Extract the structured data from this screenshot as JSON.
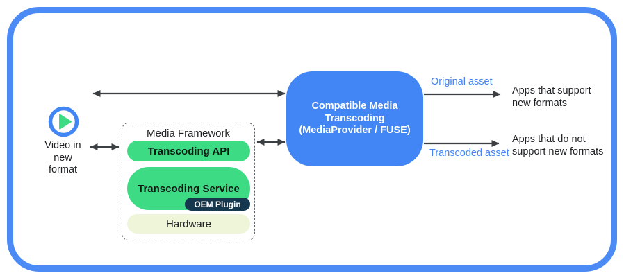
{
  "diagram": {
    "title_implicit": "Compatible media transcoding architecture",
    "source": {
      "icon": "play-icon",
      "label": "Video in\nnew\nformat"
    },
    "media_framework": {
      "title": "Media Framework",
      "layers": [
        {
          "label": "Transcoding API"
        },
        {
          "label": "Transcoding Service",
          "plugin": "OEM Plugin"
        },
        {
          "label": "Hardware"
        }
      ]
    },
    "transcoding_box": {
      "label": "Compatible Media\nTranscoding\n(MediaProvider / FUSE)"
    },
    "outputs": [
      {
        "asset_label": "Original asset",
        "target": "Apps that support\nnew formats"
      },
      {
        "asset_label": "Transcoded asset",
        "target": "Apps that do not\nsupport new formats"
      }
    ],
    "colors": {
      "border_blue": "#4c8bf5",
      "box_blue": "#4285f4",
      "asset_label_blue": "#4285f4",
      "pill_green": "#3ddc84",
      "oem_navy": "#16384e",
      "hardware_pale": "#eff5d8",
      "arrow_gray": "#3c4043",
      "text_dark": "#202124"
    }
  }
}
